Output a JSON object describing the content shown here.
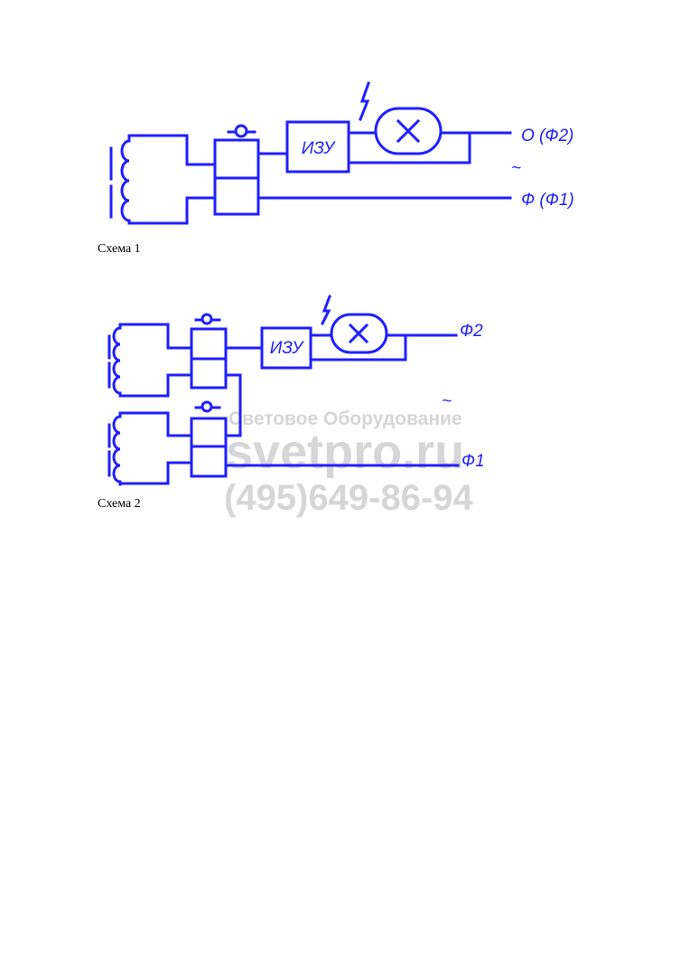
{
  "color": "#1f1fff",
  "scheme1": {
    "caption": "Схема 1",
    "izu_label": "ИЗУ",
    "out_top_label": "О (Ф2)",
    "out_bottom_label": "Ф (Ф1)",
    "ac_symbol": "~"
  },
  "scheme2": {
    "caption": "Схема 2",
    "izu_label": "ИЗУ",
    "out_top_label": "Ф2",
    "out_bottom_label": "Ф1",
    "ac_symbol": "~"
  },
  "watermark": {
    "line1": "Световое Оборудование",
    "line2": "svetpro.ru",
    "line3": "(495)649-86-94"
  }
}
